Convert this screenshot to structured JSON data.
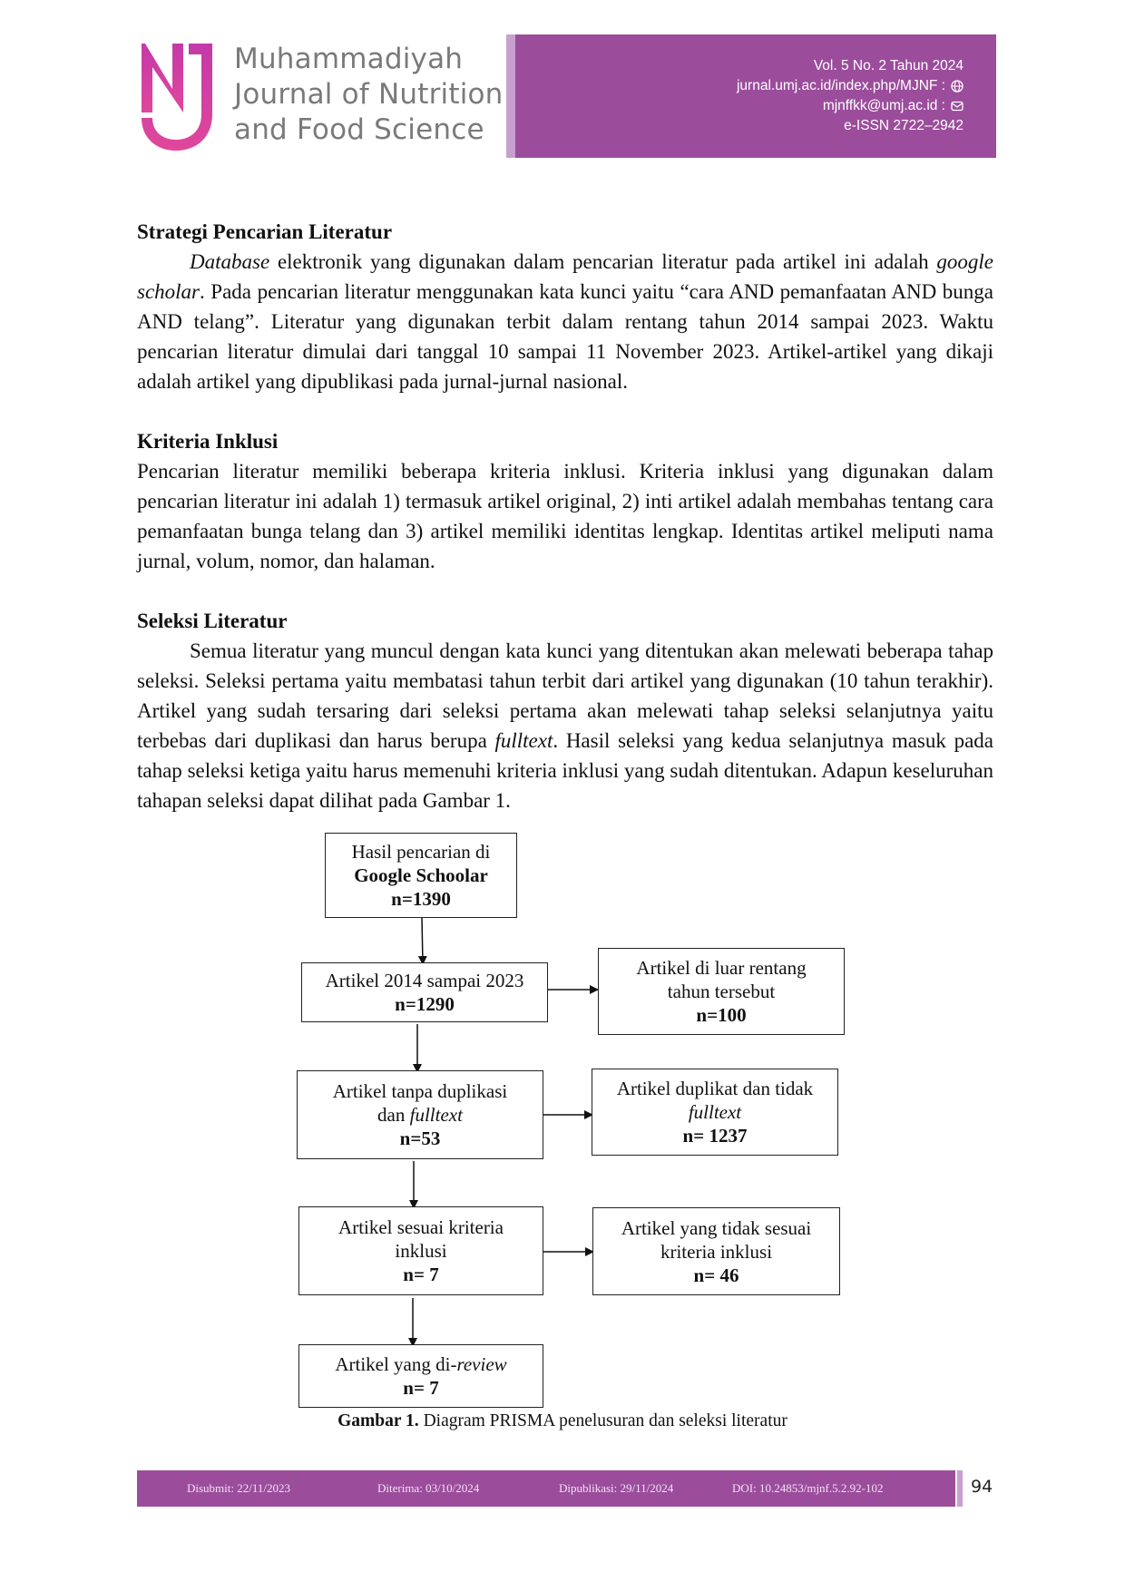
{
  "header": {
    "journal_line1": "Muhammadiyah",
    "journal_line2": "Journal of Nutrition",
    "journal_line3": "and Food Science",
    "volume": "Vol. 5 No. 2 Tahun 2024",
    "website": "jurnal.umj.ac.id/index.php/MJNF :",
    "email": "mjnffkk@umj.ac.id :",
    "issn": "e-ISSN 2722–2942",
    "brand_color": "#9b4d9c"
  },
  "sections": {
    "strategi": {
      "heading": "Strategi Pencarian Literatur",
      "p_database": "Database",
      "p_text1": " elektronik yang digunakan dalam pencarian literatur pada artikel ini adalah ",
      "p_google": "google scholar",
      "p_text2": ". Pada pencarian literatur menggunakan kata kunci yaitu “cara AND pemanfaatan AND bunga AND telang”. Literatur yang digunakan terbit dalam rentang tahun 2014 sampai 2023. Waktu pencarian literatur dimulai dari tanggal 10 sampai 11 November 2023. Artikel-artikel yang dikaji adalah artikel yang dipublikasi pada jurnal-jurnal nasional."
    },
    "kriteria": {
      "heading": "Kriteria Inklusi",
      "paragraph": "Pencarian literatur memiliki beberapa kriteria inklusi. Kriteria inklusi yang digunakan dalam pencarian literatur ini adalah 1) termasuk artikel original, 2) inti artikel adalah membahas tentang cara pemanfaatan bunga telang dan 3) artikel memiliki identitas lengkap. Identitas artikel meliputi nama jurnal, volum, nomor, dan halaman."
    },
    "seleksi": {
      "heading": "Seleksi Literatur",
      "p_text1": "Semua literatur yang muncul dengan kata kunci yang ditentukan akan melewati beberapa tahap seleksi. Seleksi pertama yaitu membatasi tahun terbit dari artikel yang digunakan (10 tahun terakhir). Artikel yang sudah tersaring dari seleksi pertama akan melewati tahap seleksi selanjutnya yaitu terbebas dari duplikasi dan harus berupa ",
      "p_fulltext": "fulltext",
      "p_text2": ". Hasil seleksi yang kedua selanjutnya masuk pada tahap seleksi ketiga yaitu harus memenuhi kriteria inklusi yang sudah ditentukan. Adapun keseluruhan tahapan seleksi dapat dilihat pada Gambar 1."
    }
  },
  "flowchart": {
    "box1": {
      "l1": "Hasil pencarian di",
      "l2": "Google Schoolar",
      "l3": "n=1390"
    },
    "box2": {
      "l1": "Artikel 2014 sampai 2023",
      "l2": "n=1290"
    },
    "box2x": {
      "l1": "Artikel di luar rentang",
      "l2": "tahun tersebut",
      "l3": "n=100"
    },
    "box3": {
      "l1": "Artikel tanpa duplikasi",
      "l2a": "dan ",
      "l2b": "fulltext",
      "l3": "n=53"
    },
    "box3x": {
      "l1": "Artikel duplikat dan tidak",
      "l2": "fulltext",
      "l3": "n= 1237"
    },
    "box4": {
      "l1": "Artikel sesuai kriteria",
      "l2": "inklusi",
      "l3": "n= 7"
    },
    "box4x": {
      "l1": "Artikel yang tidak sesuai",
      "l2": "kriteria inklusi",
      "l3": "n= 46"
    },
    "box5": {
      "l1a": "Artikel yang di-",
      "l1b": "review",
      "l2": "n= 7"
    }
  },
  "figure_caption": {
    "label": "Gambar 1.",
    "text": " Diagram PRISMA penelusuran dan seleksi literatur"
  },
  "footer": {
    "submitted": "Disubmit: 22/11/2023",
    "accepted": "Diterima: 03/10/2024",
    "published": "Dipublikasi: 29/11/2024",
    "doi": "DOI: 10.24853/mjnf.5.2.92-102",
    "page_number": "94"
  }
}
